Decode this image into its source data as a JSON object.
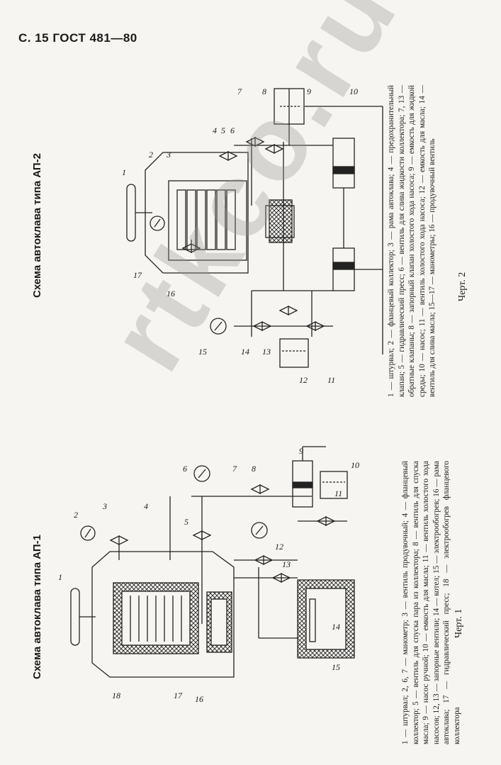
{
  "header": "С. 15 ГОСТ 481—80",
  "scheme1": {
    "title": "Схема автоклава типа АП-1",
    "caption": "Черт. 1",
    "legend": "1 — штурвал; 2, 6, 7 — манометр; 3 — вентиль продувочный; 4 — фланцевый коллектор; 5 — вентиль для спуска пара из коллектора; 8 — вентиль для спуска масла; 9 — насос ручной; 10 — емкость для масла; 11 — вентиль холостого хода насосов; 12, 13 — запорные вентили; 14 — котел; 15 — электрообогрев; 16 — рама автоклава; 17 — гидравлический пресс; 18 — электрообогрев фланцевого коллектора",
    "numbers": [
      "1",
      "2",
      "3",
      "4",
      "5",
      "6",
      "7",
      "8",
      "9",
      "10",
      "11",
      "12",
      "13",
      "14",
      "15",
      "16",
      "17",
      "18"
    ]
  },
  "scheme2": {
    "title": "Схема автоклава типа АП-2",
    "caption": "Черт. 2",
    "legend": "1 — штурвал; 2 — фланцевый коллектор; 3 — рама автоклава; 4 — предохранительный клапан; 5 — гидравлический пресс; 6 — вентиль для слива жидкости коллектора; 7, 13 — обратные клапаны; 8 — запорный клапан холостого хода насоса; 9 — емкость для жидкой среды; 10 — насос; 11 — вентиль холостого хода насоса; 12 — емкость для масла; 14 — вентиль для слива масла; 15—17 — манометры; 16 — продувочный вентиль",
    "numbers": [
      "1",
      "2",
      "3",
      "4",
      "5",
      "6",
      "7",
      "8",
      "9",
      "10",
      "11",
      "12",
      "13",
      "14",
      "15",
      "16",
      "17"
    ]
  },
  "watermark": "rtkco.ru"
}
